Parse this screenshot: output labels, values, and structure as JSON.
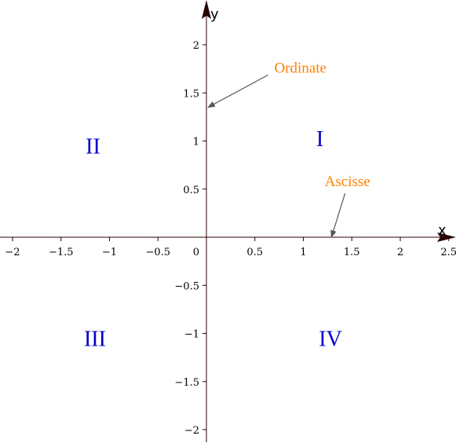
{
  "axes": {
    "x_label": "x",
    "y_label": "y",
    "x_ticks": [
      {
        "value": -2,
        "label": "−2"
      },
      {
        "value": -1.5,
        "label": "−1.5"
      },
      {
        "value": -1,
        "label": "−1"
      },
      {
        "value": -0.5,
        "label": "−0.5"
      },
      {
        "value": 0.5,
        "label": "0.5"
      },
      {
        "value": 1,
        "label": "1"
      },
      {
        "value": 1.5,
        "label": "1.5"
      },
      {
        "value": 2,
        "label": "2"
      },
      {
        "value": 2.5,
        "label": "2.5"
      }
    ],
    "y_ticks": [
      {
        "value": 2,
        "label": "2"
      },
      {
        "value": 1.5,
        "label": "1.5"
      },
      {
        "value": 1,
        "label": "1"
      },
      {
        "value": 0.5,
        "label": "0.5"
      },
      {
        "value": -0.5,
        "label": "−0.5"
      },
      {
        "value": -1,
        "label": "−1"
      },
      {
        "value": -1.5,
        "label": "−1.5"
      },
      {
        "value": -2,
        "label": "−2"
      }
    ],
    "origin_label": "0",
    "x_range": [
      -2.1,
      2.6
    ],
    "y_range": [
      -2.1,
      2.4
    ]
  },
  "quadrants": [
    {
      "id": "I",
      "label": "I",
      "x": 1.17,
      "y": 1.03
    },
    {
      "id": "II",
      "label": "II",
      "x": -1.17,
      "y": 0.95
    },
    {
      "id": "III",
      "label": "III",
      "x": -1.15,
      "y": -1.05
    },
    {
      "id": "IV",
      "label": "IV",
      "x": 1.28,
      "y": -1.05
    }
  ],
  "annotations": [
    {
      "id": "ordinate",
      "text": "Ordinate",
      "tx": 0.7,
      "ty": 1.71,
      "ax": 0.0,
      "ay": 1.35
    },
    {
      "id": "abscisse",
      "text": "Ascisse",
      "tx": 1.22,
      "ty": 0.53,
      "ax": 1.29,
      "ay": 0.0
    }
  ],
  "colors": {
    "axis": "#2a0000",
    "text": "#000000",
    "quadrant": "#0000cc",
    "annotation": "#ff8000",
    "arrow": "#555555"
  }
}
